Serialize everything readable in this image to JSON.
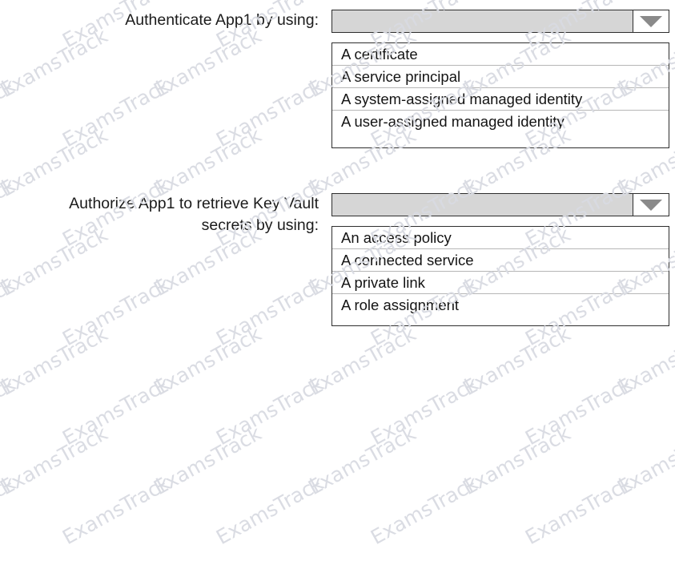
{
  "watermark": {
    "text": "ExamsTrack",
    "color": "#d9dbe2",
    "repeat_per_row": 7,
    "rows": 14
  },
  "colors": {
    "page_background": "#ffffff",
    "border": "#2e2e2e",
    "dropdown_header_fill": "#d6d6d6",
    "caret": "#8a8a8a",
    "row_separator": "#b6b6b6",
    "text": "#1b1b1b"
  },
  "questions": [
    {
      "id": "authenticate",
      "label_lines": [
        "Authenticate App1 by using:"
      ],
      "dropdown": {
        "selected_value": "",
        "placeholder": "",
        "caret_icon": "chevron-down-icon",
        "options": [
          "A certificate",
          "A service principal",
          "A system-assigned managed identity",
          "A user-assigned managed identity"
        ]
      }
    },
    {
      "id": "authorize",
      "label_lines": [
        "Authorize App1 to retrieve Key Vault",
        "secrets by using:"
      ],
      "dropdown": {
        "selected_value": "",
        "placeholder": "",
        "caret_icon": "chevron-down-icon",
        "options": [
          "An access policy",
          "A connected service",
          "A private link",
          "A role assignment"
        ]
      }
    }
  ]
}
